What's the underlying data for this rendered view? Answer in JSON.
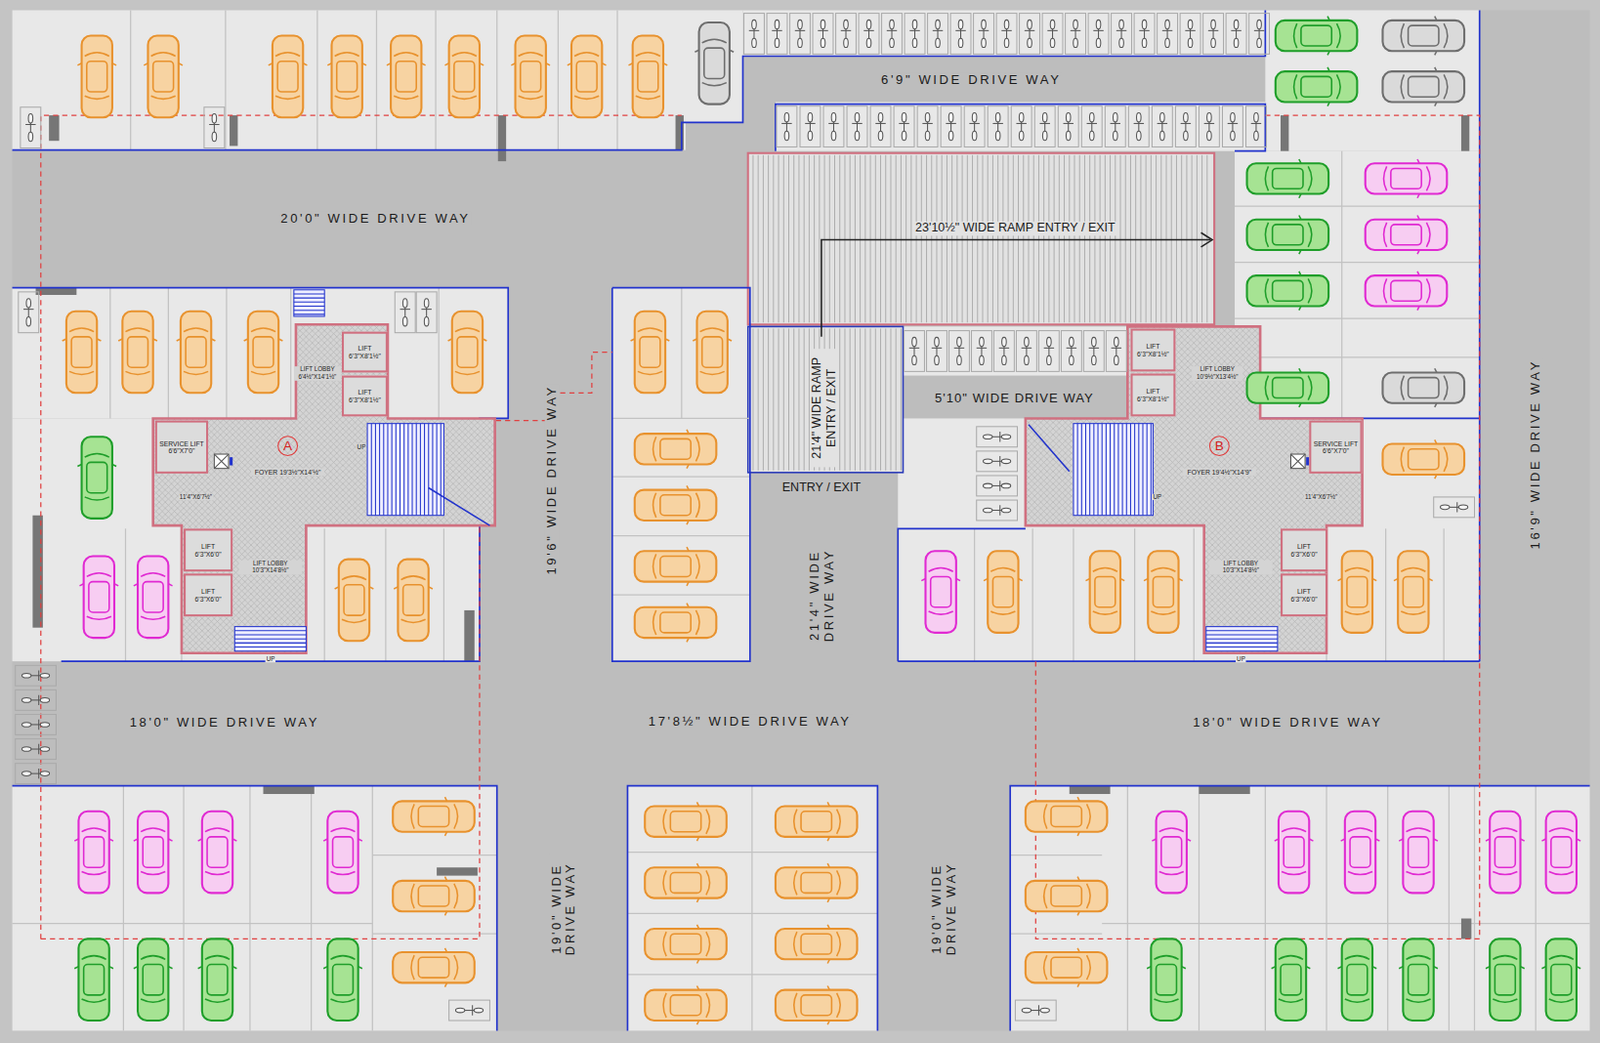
{
  "diagram": {
    "nodes": [
      {
        "text": [
          "23'10½\" WIDE RAMP ENTRY / EXIT"
        ]
      },
      {
        "text": [
          "21'4\" WIDE RAMP ENTRY / EXIT"
        ]
      },
      {
        "text": [
          "LIFT 6'3\"X8'1½\""
        ]
      },
      {
        "text": [
          "LIFT 6'3\"X8'1½\""
        ]
      },
      {
        "text": [
          "SERVICE LIFT 6'6\"X7'0\""
        ]
      },
      {
        "text": [
          "A"
        ]
      },
      {
        "text": [
          "LIFT 6'3\"X6'0\""
        ]
      },
      {
        "text": [
          "LIFT 6'3\"X6'0\""
        ]
      },
      {
        "text": [
          "LIFT 6'3\"X8'1½\""
        ]
      },
      {
        "text": [
          "LIFT 6'3\"X8'1½\""
        ]
      },
      {
        "text": [
          "B"
        ]
      },
      {
        "text": [
          "SERVICE LIFT 6'6\"X7'0\""
        ]
      },
      {
        "text": [
          "LIFT 6'3\"X6'0\""
        ]
      },
      {
        "text": [
          "LIFT 6'3\"X6'0\""
        ]
      }
    ],
    "labels": [
      "20'0\" WIDE DRIVE WAY",
      "6'9\" WIDE DRIVE WAY",
      "19'6\" WIDE DRIVE WAY",
      "LIFT LOBBY 6'4½\"X14'1½\"",
      "FOYER 19'3½\"X14'½\"",
      "11'4\"X6'7½\"",
      "UP",
      "LIFT LOBBY 10'3\"X14'8½\"",
      "UP",
      "ENTRY / EXIT",
      "5'10\" WIDE DRIVE WAY",
      "21'4\" WIDE DRIVE WAY",
      "LIFT LOBBY 10'9½\"X13'4½\"",
      "FOYER 19'4½\"X14'9\"",
      "11'4\"X6'7½\"",
      "UP",
      "LIFT LOBBY 10'3\"X14'8½\"",
      "UP",
      "16'9\" WIDE DRIVE WAY",
      "18'0\" WIDE DRIVE WAY",
      "17'8½\" WIDE DRIVE WAY",
      "18'0\" WIDE DRIVE WAY",
      "19'0\" WIDE DRIVE WAY",
      "19'0\" WIDE DRIVE WAY"
    ]
  }
}
